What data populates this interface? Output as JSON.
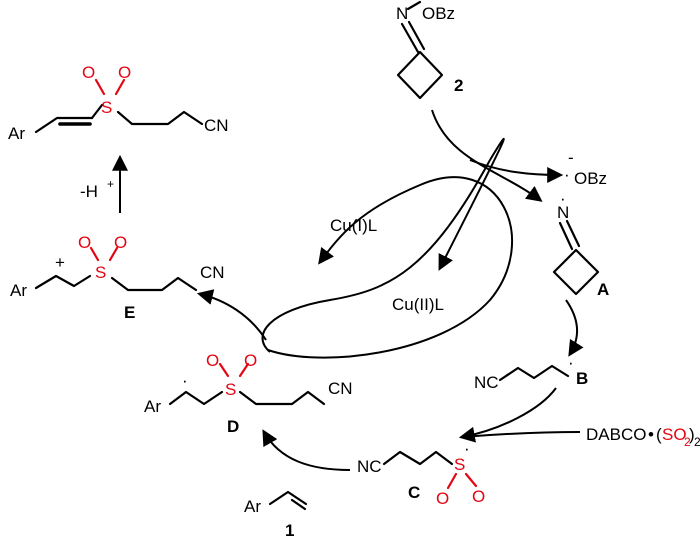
{
  "labels": {
    "product_ar": "Ar",
    "product_s": "S",
    "product_o": "O",
    "product_cn": "CN",
    "minus_h": "-H",
    "plus": "+",
    "cui": "Cu(I)L",
    "cuii": "Cu(II)L",
    "e_ar": "Ar",
    "e_cn": "CN",
    "e_label": "E",
    "d_ar": "Ar",
    "d_cn": "CN",
    "d_label": "D",
    "c_nc": "NC",
    "c_label": "C",
    "b_nc": "NC",
    "b_label": "B",
    "a_n": "N",
    "a_label": "A",
    "r2_n": "N",
    "r2_obz": "OBz",
    "r2_label": "2",
    "obz_anion": "OBz",
    "minus": "-",
    "r1_ar": "Ar",
    "r1_label": "1",
    "dabco": "DABCO",
    "so2_open": "(",
    "so2_text": "SO",
    "so2_sub": "2",
    "so2_close": ")",
    "so2_count": "2",
    "dot": "•",
    "radical": "·"
  },
  "colors": {
    "sulfonyl": "#e30613",
    "ink": "#000000"
  }
}
